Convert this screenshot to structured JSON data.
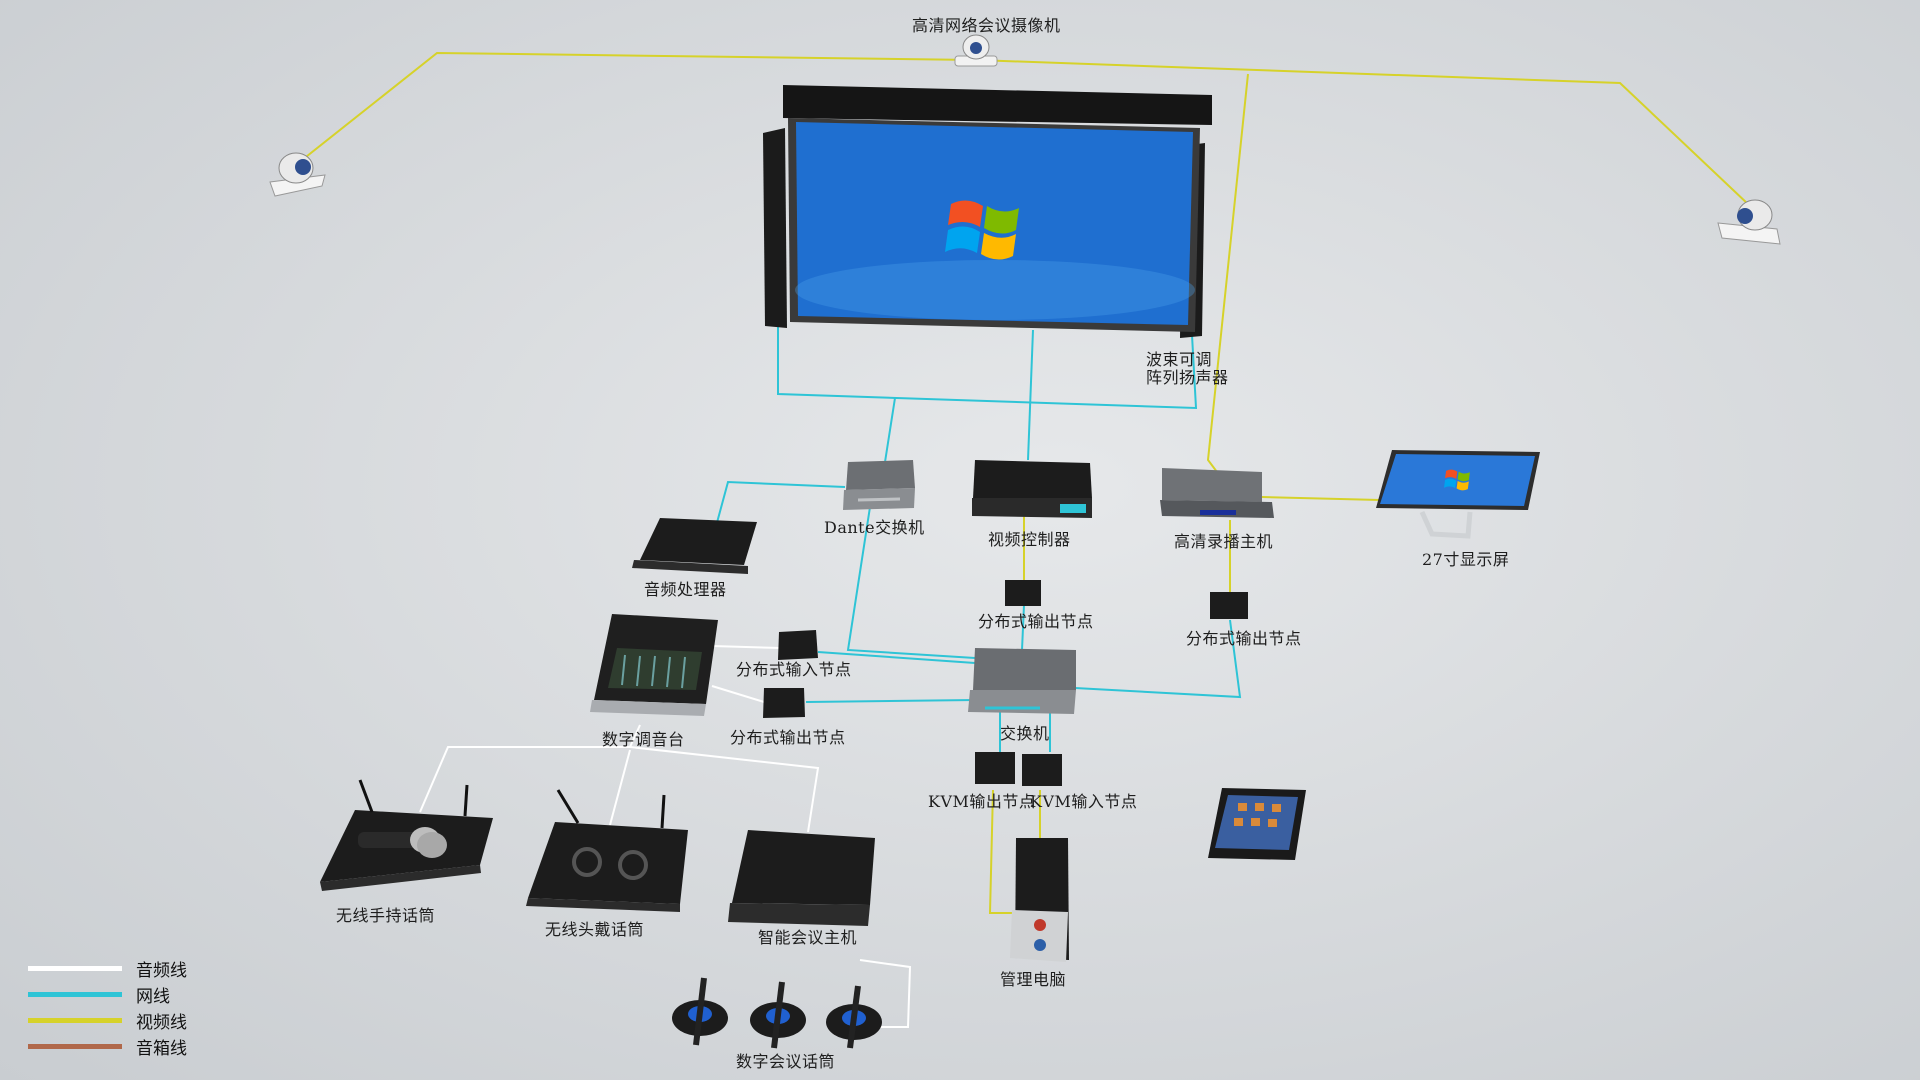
{
  "labels": {
    "camera_top": "高清网络会议摄像机",
    "speaker_array_line1": "波束可调",
    "speaker_array_line2": "阵列扬声器",
    "dante_switch": "Dante交换机",
    "video_controller": "视频控制器",
    "hd_recorder": "高清录播主机",
    "display_27": "27寸显示屏",
    "audio_processor": "音频处理器",
    "dist_output_1": "分布式输出节点",
    "dist_output_2": "分布式输出节点",
    "dist_input": "分布式输入节点",
    "dist_output_3": "分布式输出节点",
    "digital_mixer": "数字调音台",
    "switch": "交换机",
    "kvm_out": "KVM输出节点",
    "kvm_in": "KVM输入节点",
    "wireless_handheld": "无线手持话筒",
    "wireless_headset": "无线头戴话筒",
    "conference_host": "智能会议主机",
    "mgmt_pc": "管理电脑",
    "conference_mics": "数字会议话筒"
  },
  "legend": [
    {
      "label": "音频线",
      "color": "#ffffff"
    },
    {
      "label": "网线",
      "color": "#2ec4d6"
    },
    {
      "label": "视频线",
      "color": "#d6d22a"
    },
    {
      "label": "音箱线",
      "color": "#b0684a"
    }
  ],
  "colors": {
    "audio": "#ffffff",
    "network": "#2ec4d6",
    "video": "#d6d22a",
    "speaker": "#b0684a",
    "device": "#1c1c1c",
    "screen": "#1f6fd0"
  }
}
